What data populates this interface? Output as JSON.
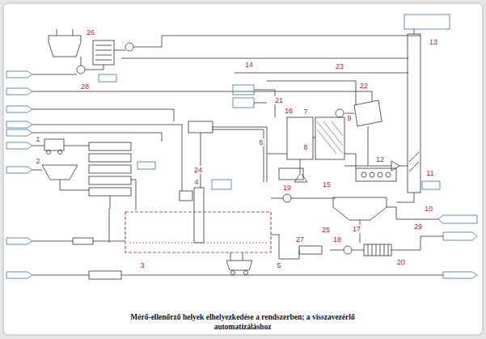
{
  "diagram": {
    "caption": "Mérő-ellenőrző helyek elhelyezkedése a rendszerben; a visszavezérlő automatizáláshoz",
    "labels": [
      "1",
      "2",
      "3",
      "4",
      "5",
      "6",
      "7",
      "8",
      "9",
      "10",
      "11",
      "12",
      "13",
      "14",
      "15",
      "16",
      "17",
      "18",
      "19",
      "20",
      "21",
      "22",
      "23",
      "24",
      "25",
      "26",
      "27",
      "28",
      "29"
    ]
  }
}
